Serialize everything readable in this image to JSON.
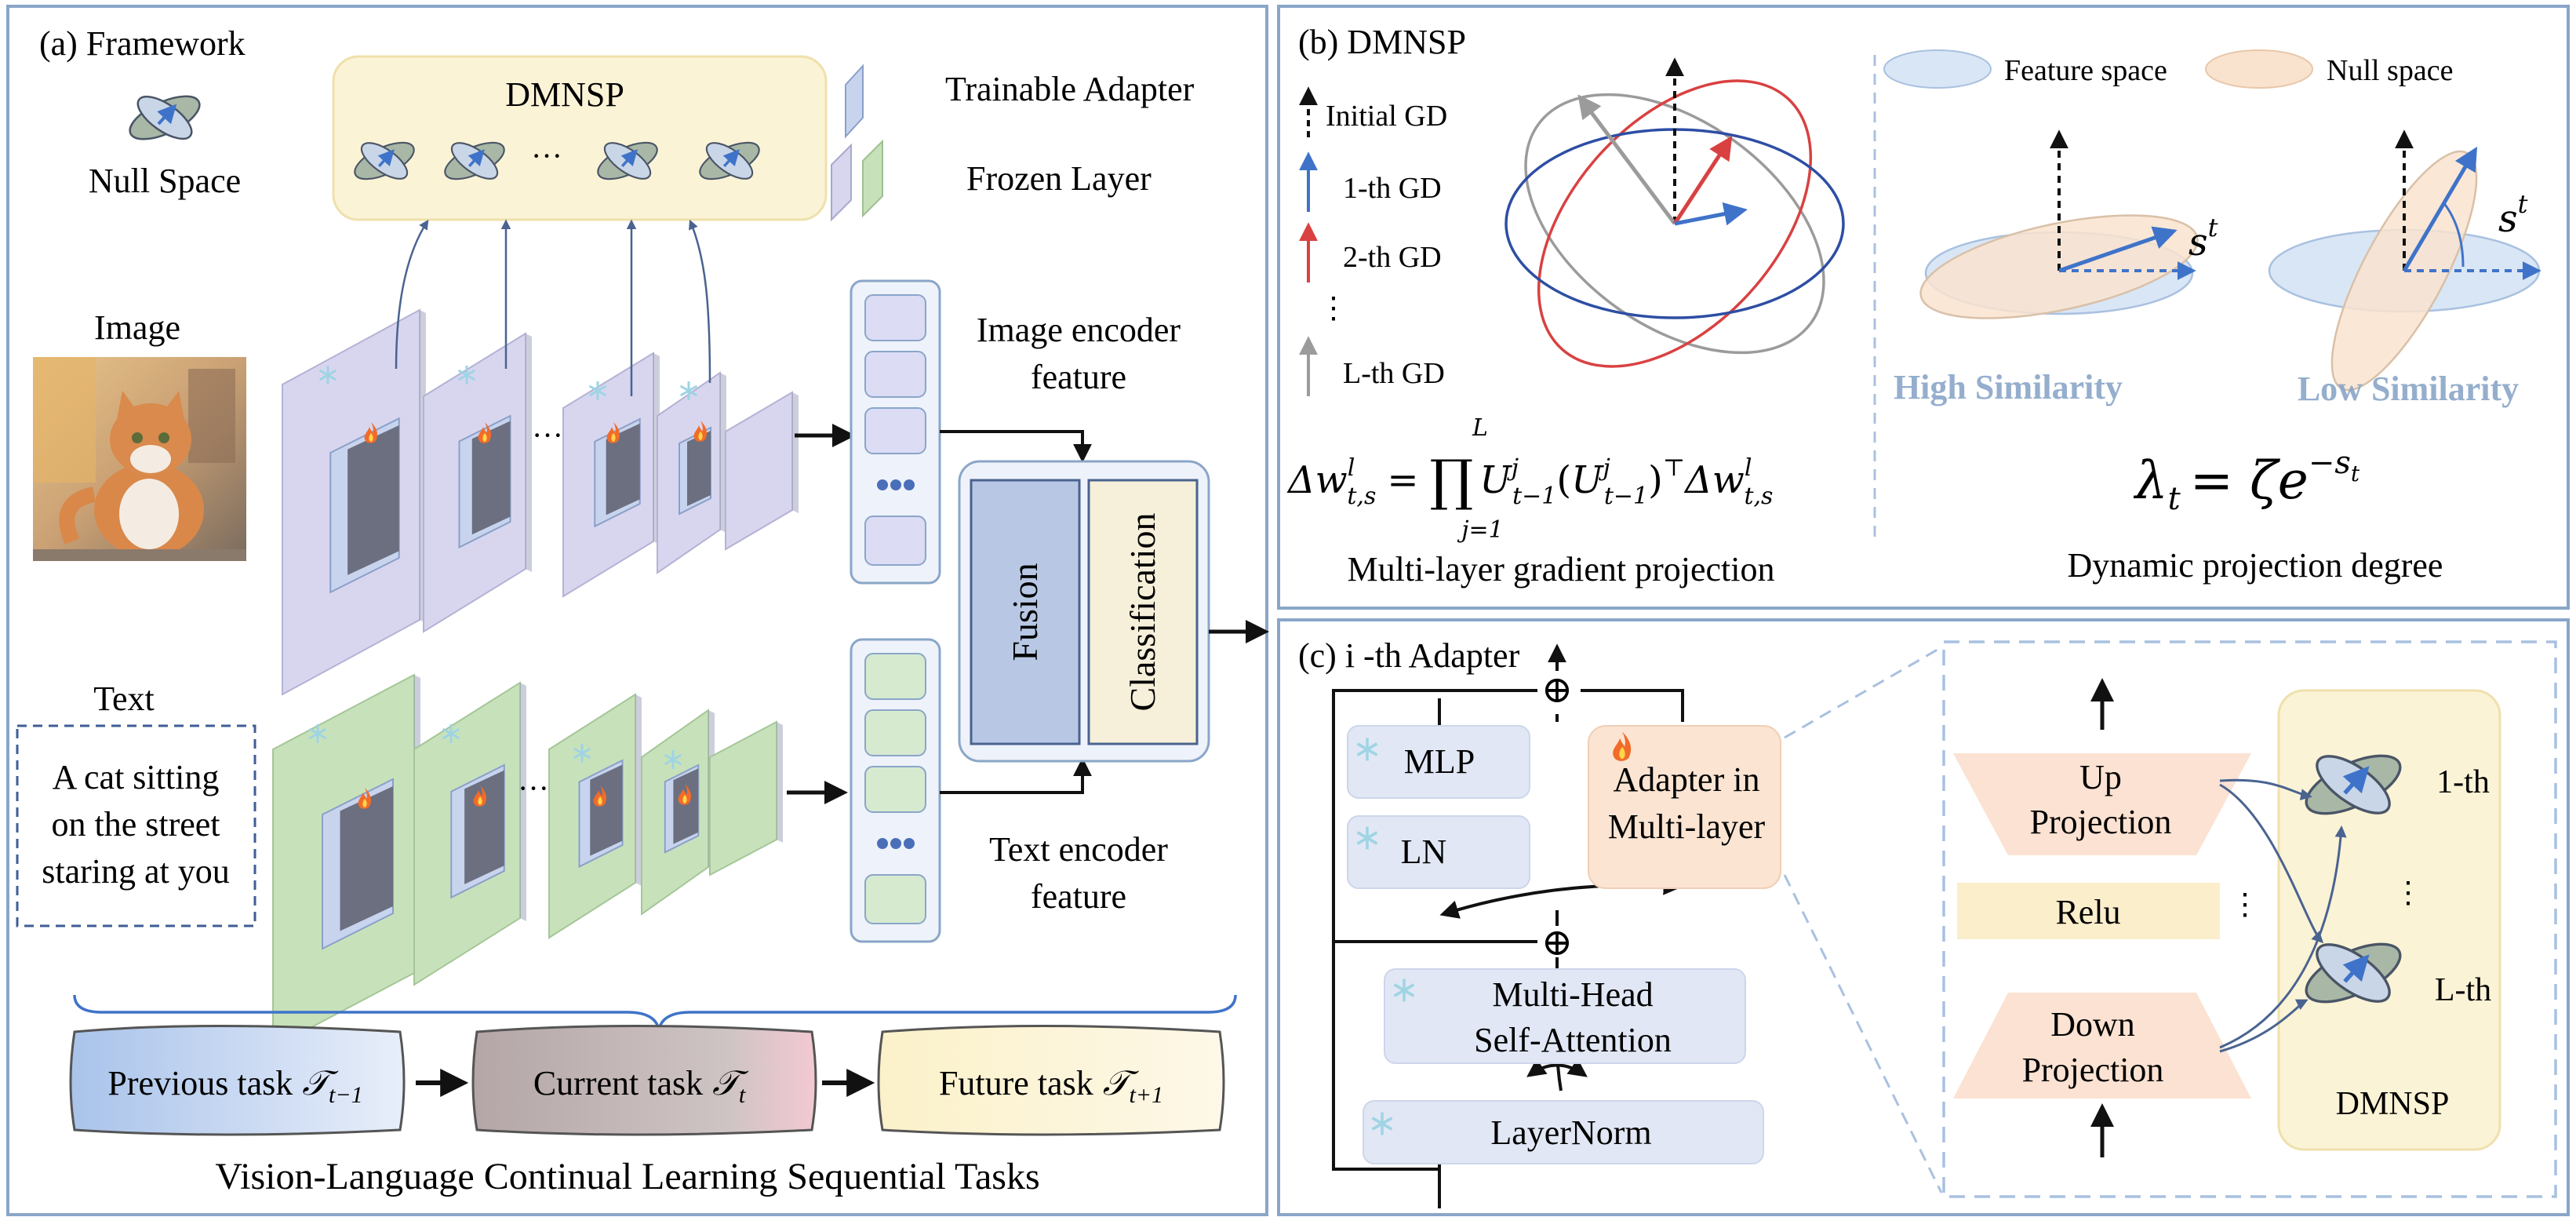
{
  "panel_a": {
    "title": "(a) Framework",
    "null_space_label": "Null Space",
    "dmnsp_label": "DMNSP",
    "dots": "···",
    "trainable_adapter": "Trainable Adapter",
    "frozen_layer": "Frozen Layer",
    "image_label": "Image",
    "text_label": "Text",
    "text_prompt_lines": [
      "A cat sitting",
      "on the street",
      "staring at you"
    ],
    "image_feature_lines": [
      "Image encoder",
      "feature"
    ],
    "text_feature_lines": [
      "Text encoder",
      "feature"
    ],
    "fusion": "Fusion",
    "classification": "Classification",
    "prev_task_label": "Previous task",
    "prev_task_math": "𝒯",
    "prev_task_sub": "t−1",
    "cur_task_label": "Current task",
    "cur_task_math": "𝒯",
    "cur_task_sub": "t",
    "fut_task_label": "Future task",
    "fut_task_math": "𝒯",
    "fut_task_sub": "t+1",
    "caption": "Vision-Language Continual Learning Sequential Tasks"
  },
  "panel_b": {
    "title": "(b) DMNSP",
    "legend": {
      "initial": "Initial GD",
      "first": "1-th GD",
      "second": "2-th GD",
      "vdots": "⋮",
      "last": "L-th GD"
    },
    "feature_space": "Feature space",
    "null_space": "Null space",
    "st_label": "s",
    "st_sup": "t",
    "high_similarity": "High Similarity",
    "low_similarity": "Low Similarity",
    "formula_left": "Δw",
    "formula_lhs_sup": "l",
    "formula_lhs_sub": "t,s",
    "formula_eq": "=",
    "formula_prod": "∏",
    "formula_prod_top": "L",
    "formula_prod_bottom": "j=1",
    "formula_u1": "U",
    "formula_u1_sup": "j",
    "formula_u1_sub": "t−1",
    "formula_open": "(",
    "formula_u2": "U",
    "formula_u2_sup": "j",
    "formula_u2_sub": "t−1",
    "formula_close": ")",
    "formula_transpose": "⊤",
    "formula_right": "Δw",
    "formula_rhs_sup": "l",
    "formula_rhs_sub": "t,s",
    "multi_layer_caption": "Multi-layer gradient projection",
    "lambda_formula": "λ",
    "lambda_sub": "t",
    "lambda_eq": "= ζe",
    "lambda_sup": "−s",
    "lambda_sup_sub": "t",
    "dynamic_caption": "Dynamic projection degree"
  },
  "panel_c": {
    "title": "(c)  i -th Adapter",
    "mlp": "MLP",
    "ln": "LN",
    "adapter_lines": [
      "Adapter in",
      "Multi-layer"
    ],
    "mhsa_lines": [
      "Multi-Head",
      "Self-Attention"
    ],
    "layernorm": "LayerNorm",
    "plus": "⊕",
    "up_projection_lines": [
      "Up",
      "Projection"
    ],
    "relu": "Relu",
    "down_projection_lines": [
      "Down",
      "Projection"
    ],
    "first_th": "1-th",
    "vdots": "⋮",
    "l_th": "L-th",
    "dmnsp": "DMNSP"
  },
  "icons": [
    "null-space-icon",
    "snowflake-icon",
    "fire-icon"
  ],
  "colors": {
    "frame": "#8aa6c8",
    "image_layer": "#cfcfe6",
    "text_layer": "#c6ddb8",
    "dmnsp_box": "#fbf3d6",
    "fusion": "#b8c8e4",
    "classification": "#f6efd9",
    "blue_arrow": "#3f73c9",
    "red_arrow": "#d94141",
    "gray_arrow": "#9b9b9b",
    "feature_space": "#d9e6f5",
    "null_space": "#f9e3cf"
  }
}
